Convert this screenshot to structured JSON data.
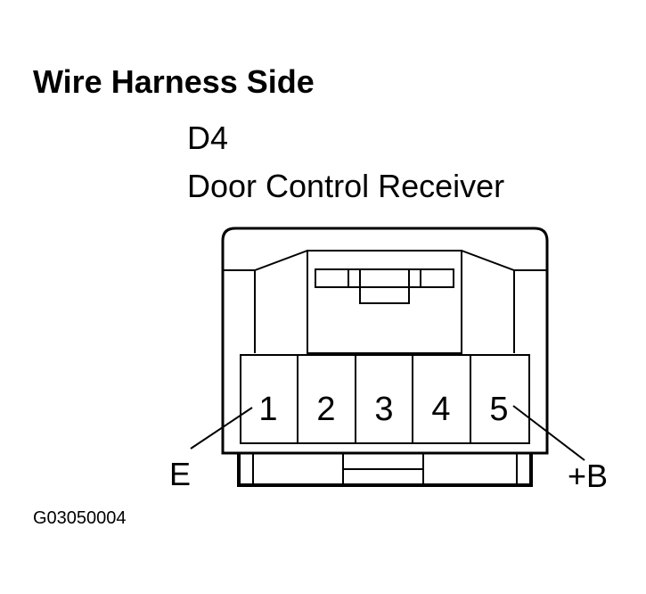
{
  "title": "Wire Harness Side",
  "connector": {
    "code": "D4",
    "name": "Door Control Receiver"
  },
  "pins": [
    {
      "number": "1"
    },
    {
      "number": "2"
    },
    {
      "number": "3"
    },
    {
      "number": "4"
    },
    {
      "number": "5"
    }
  ],
  "callouts": [
    {
      "pin": "1",
      "label": "E"
    },
    {
      "pin": "5",
      "label": "+B"
    }
  ],
  "figure_id": "G03050004"
}
